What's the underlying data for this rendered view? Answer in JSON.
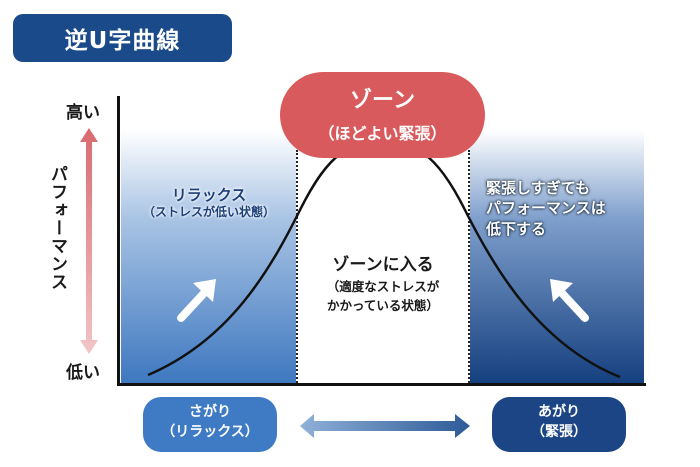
{
  "title": "逆U字曲線",
  "zone": {
    "title": "ゾーン",
    "subtitle": "（ほどよい緊張）"
  },
  "left_region": {
    "title": "リラックス",
    "subtitle": "（ストレスが低い状態）"
  },
  "center_region": {
    "title": "ゾーンに入る",
    "subtitle_line1": "（適度なストレスが",
    "subtitle_line2": "かかっている状態）"
  },
  "right_region": {
    "line1": "緊張しすぎても",
    "line2": "パフォーマンスは",
    "line3": "低下する"
  },
  "y_axis": {
    "label": "パフォーマンス",
    "high": "高い",
    "low": "低い"
  },
  "x_axis": {
    "left": {
      "line1": "さがり",
      "line2": "（リラックス）"
    },
    "right": {
      "line1": "あがり",
      "line2": "（緊張）"
    }
  },
  "colors": {
    "navy": "#1b4a8a",
    "blue": "#3e7bc4",
    "red": "#d95a5c"
  }
}
